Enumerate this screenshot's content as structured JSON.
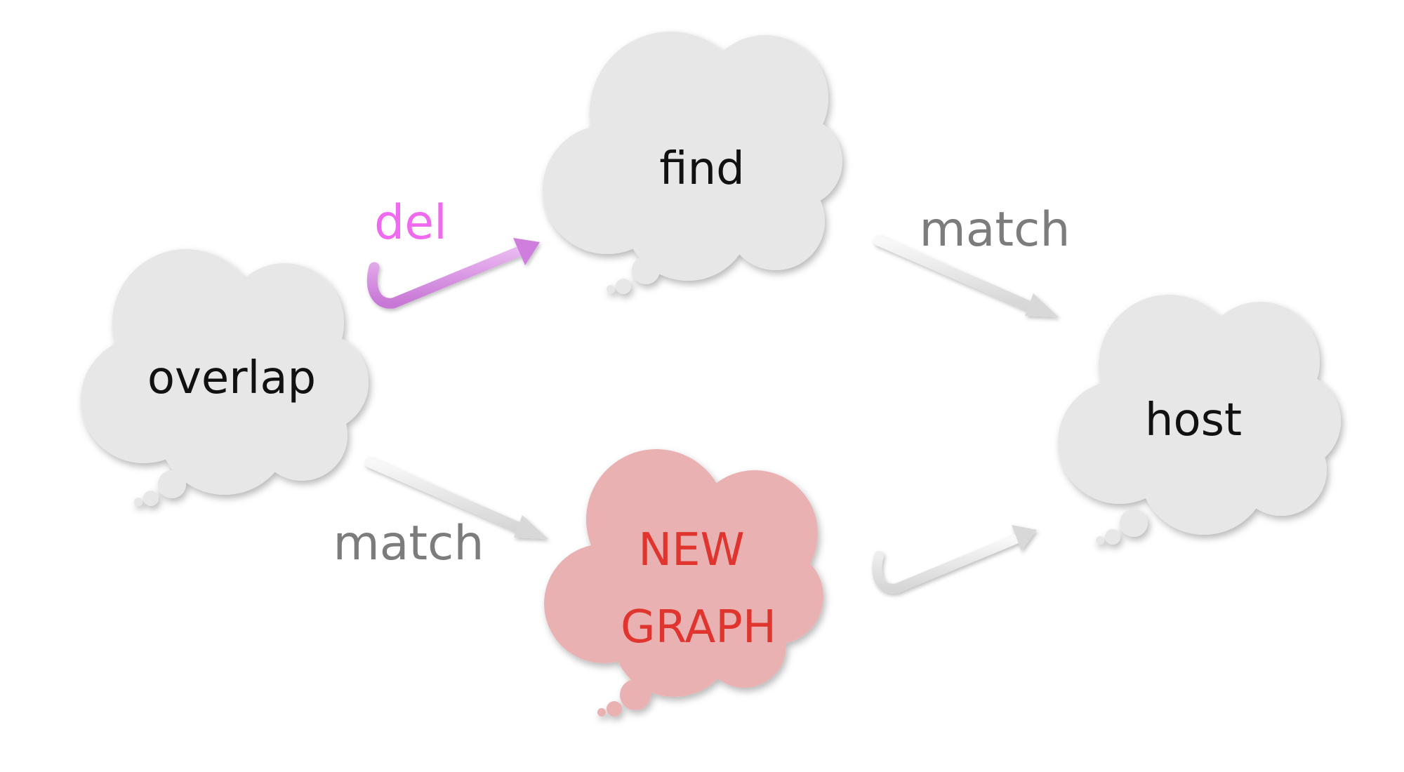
{
  "nodes": {
    "find": {
      "label": "find"
    },
    "overlap": {
      "label": "overlap"
    },
    "host": {
      "label": "host"
    },
    "new_graph": {
      "line1": "NEW",
      "line2": "GRAPH"
    }
  },
  "edges": {
    "overlap_to_find": {
      "label": "del"
    },
    "find_to_host": {
      "label": "match"
    },
    "overlap_to_new_graph": {
      "label": "match"
    },
    "new_graph_to_host": {
      "label": ""
    }
  },
  "colors": {
    "cloud_fill": "#e7e7e7",
    "highlight_cloud_fill": "#eab1b3",
    "node_text": "#111111",
    "highlight_text": "#e0352f",
    "del_color": "#f06af0",
    "del_arrow": "#dd9ae6",
    "match_text": "#7c7c7c",
    "arrow_gray": "#e4e4e4"
  }
}
